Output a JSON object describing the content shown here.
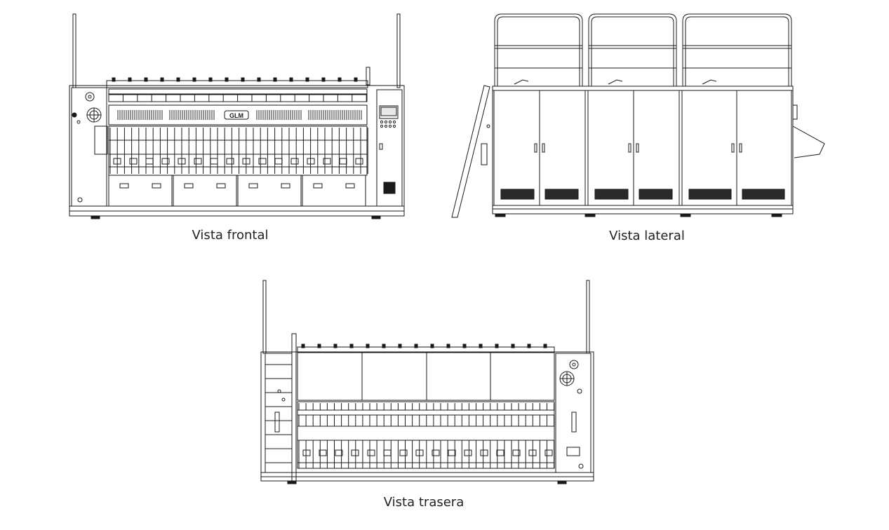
{
  "captions": {
    "front": "Vista frontal",
    "side": "Vista lateral",
    "rear": "Vista trasera"
  },
  "logo_text": "GLM",
  "colors": {
    "line": "#1a1a1a",
    "background": "#ffffff",
    "vent": "#2a2a2a"
  }
}
